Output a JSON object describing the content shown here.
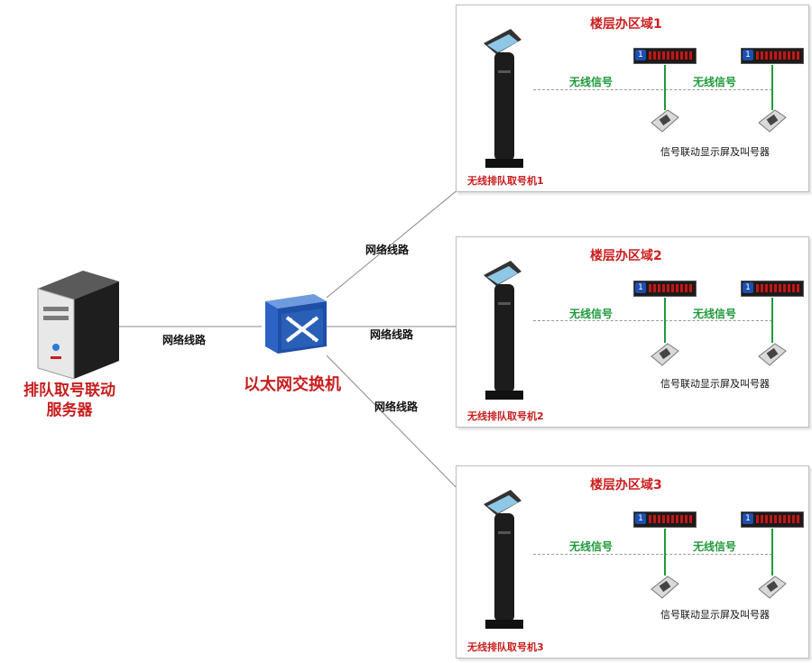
{
  "server": {
    "label_line1": "排队取号联动",
    "label_line2": "服务器"
  },
  "switch": {
    "label": "以太网交换机"
  },
  "links": {
    "server_to_switch": "网络线路",
    "switch_to_zone1": "网络线路",
    "switch_to_zone2": "网络线路",
    "switch_to_zone3": "网络线路"
  },
  "zones": [
    {
      "title": "楼层办区域1",
      "kiosk_label": "无线排队取号机1",
      "wireless_left": "无线信号",
      "wireless_right": "无线信号",
      "device_label": "信号联动显示屏及叫号器"
    },
    {
      "title": "楼层办区域2",
      "kiosk_label": "无线排队取号机2",
      "wireless_left": "无线信号",
      "wireless_right": "无线信号",
      "device_label": "信号联动显示屏及叫号器"
    },
    {
      "title": "楼层办区域3",
      "kiosk_label": "无线排队取号机3",
      "wireless_left": "无线信号",
      "wireless_right": "无线信号",
      "device_label": "信号联动显示屏及叫号器"
    }
  ],
  "colors": {
    "label_red": "#c81e1e",
    "wireless_green": "#1f9a3a",
    "switch_blue": "#2a5fb8"
  },
  "icons": {
    "server": "server-tower-icon",
    "switch": "ethernet-switch-icon",
    "kiosk": "queue-kiosk-icon",
    "display": "led-display-icon",
    "pager": "wireless-pager-icon"
  }
}
